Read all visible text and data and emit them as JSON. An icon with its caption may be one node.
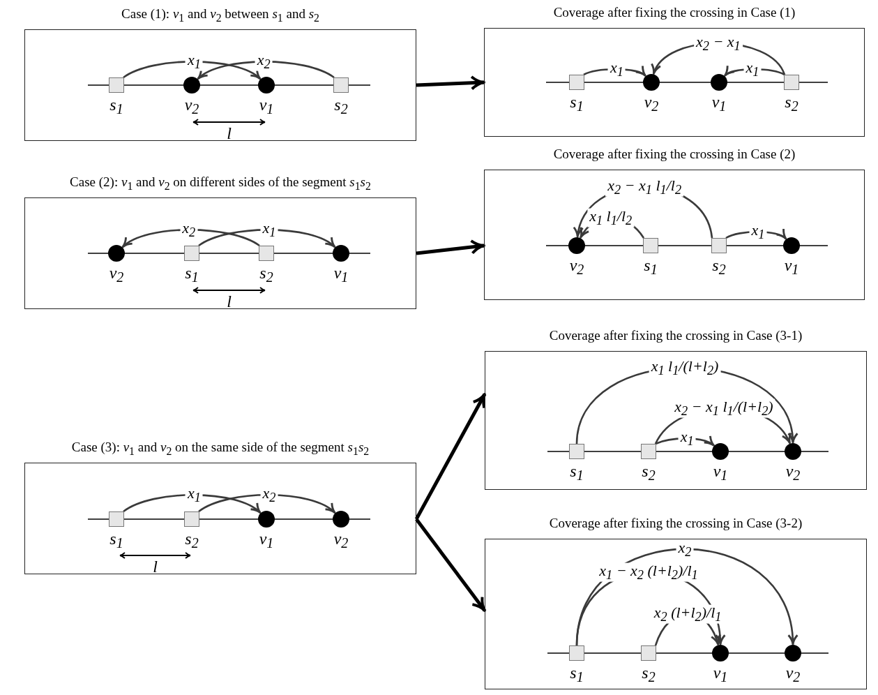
{
  "diagram": {
    "nodes": [
      {
        "text": [
          "Case (1): *v*$_{1}$ and *v*$_{2}$ between *s*$_{1}$ and *s*$_{2}$"
        ]
      },
      {
        "text": [],
        "shape": "box",
        "in": 0,
        "beside": [
          "s$_{1}$"
        ]
      },
      {
        "text": [],
        "shape": "circle",
        "in": 0,
        "beside": [
          "v$_{2}$"
        ]
      },
      {
        "text": [],
        "shape": "circle",
        "in": 0,
        "beside": [
          "v$_{1}$"
        ]
      },
      {
        "text": [],
        "shape": "box",
        "in": 0,
        "beside": [
          "s$_{2}$"
        ]
      },
      {
        "text": [
          "Coverage after fixing the crossing in Case (1)"
        ]
      },
      {
        "text": [],
        "shape": "box",
        "in": 5,
        "beside": [
          "s$_{1}$"
        ]
      },
      {
        "text": [],
        "shape": "circle",
        "in": 5,
        "beside": [
          "v$_{2}$"
        ]
      },
      {
        "text": [],
        "shape": "circle",
        "in": 5,
        "beside": [
          "v$_{1}$"
        ]
      },
      {
        "text": [],
        "shape": "box",
        "in": 5,
        "beside": [
          "s$_{2}$"
        ]
      },
      {
        "text": [
          "Case (2): *v*$_{1}$ and *v*$_{2}$ on different sides of the segment *s*$_{1}$*s*$_{2}$"
        ]
      },
      {
        "text": [],
        "shape": "circle",
        "in": 10,
        "beside": [
          "v$_{2}$"
        ]
      },
      {
        "text": [],
        "shape": "box",
        "in": 10,
        "beside": [
          "s$_{1}$"
        ]
      },
      {
        "text": [],
        "shape": "box",
        "in": 10,
        "beside": [
          "s$_{2}$"
        ]
      },
      {
        "text": [],
        "shape": "circle",
        "in": 10,
        "beside": [
          "v$_{1}$"
        ]
      },
      {
        "text": [
          "Coverage after fixing the crossing in Case (2)"
        ]
      },
      {
        "text": [],
        "shape": "circle",
        "in": 15,
        "beside": [
          "v$_{2}$"
        ]
      },
      {
        "text": [],
        "shape": "box",
        "in": 15,
        "beside": [
          "s$_{1}$"
        ]
      },
      {
        "text": [],
        "shape": "box",
        "in": 15,
        "beside": [
          "s$_{2}$"
        ]
      },
      {
        "text": [],
        "shape": "circle",
        "in": 15,
        "beside": [
          "v$_{1}$"
        ]
      },
      {
        "text": [
          "Case (3): *v*$_{1}$ and *v*$_{2}$ on the same side of the segment *s*$_{1}$*s*$_{2}$"
        ]
      },
      {
        "text": [],
        "shape": "box",
        "in": 20,
        "beside": [
          "s$_{1}$"
        ]
      },
      {
        "text": [],
        "shape": "box",
        "in": 20,
        "beside": [
          "s$_{2}$"
        ]
      },
      {
        "text": [],
        "shape": "circle",
        "in": 20,
        "beside": [
          "v$_{1}$"
        ]
      },
      {
        "text": [],
        "shape": "circle",
        "in": 20,
        "beside": [
          "v$_{2}$"
        ]
      },
      {
        "text": [
          "Coverage after fixing the crossing in Case (3-1)"
        ]
      },
      {
        "text": [],
        "shape": "box",
        "in": 25,
        "beside": [
          "s$_{1}$"
        ]
      },
      {
        "text": [],
        "shape": "box",
        "in": 25,
        "beside": [
          "s$_{2}$"
        ]
      },
      {
        "text": [],
        "shape": "circle",
        "in": 25,
        "beside": [
          "v$_{1}$"
        ]
      },
      {
        "text": [],
        "shape": "circle",
        "in": 25,
        "beside": [
          "v$_{2}$"
        ]
      },
      {
        "text": [
          "Coverage after fixing the crossing in Case (3-2)"
        ]
      },
      {
        "text": [],
        "shape": "box",
        "in": 30,
        "beside": [
          "s$_{1}$"
        ]
      },
      {
        "text": [],
        "shape": "box",
        "in": 30,
        "beside": [
          "s$_{2}$"
        ]
      },
      {
        "text": [],
        "shape": "circle",
        "in": 30,
        "beside": [
          "v$_{1}$"
        ]
      },
      {
        "text": [],
        "shape": "circle",
        "in": 30,
        "beside": [
          "v$_{2}$"
        ]
      }
    ],
    "edges": [
      {
        "from": 1,
        "to": 3,
        "arrow": "to",
        "label": "x$_{1}$"
      },
      {
        "from": 4,
        "to": 2,
        "arrow": "to",
        "label": "x$_{2}$"
      },
      {
        "from": 0,
        "to": 5,
        "arrow": "to",
        "style": "thick",
        "color": "#000000"
      },
      {
        "from": 6,
        "to": 7,
        "arrow": "to",
        "label": "x$_{1}$"
      },
      {
        "from": 9,
        "to": 7,
        "arrow": "to",
        "label": "x$_{2}$ − x$_{1}$"
      },
      {
        "from": 9,
        "to": 8,
        "arrow": "to",
        "label": "x$_{1}$"
      },
      {
        "from": 12,
        "to": 14,
        "arrow": "to",
        "label": "x$_{1}$"
      },
      {
        "from": 13,
        "to": 11,
        "arrow": "to",
        "label": "x$_{2}$"
      },
      {
        "from": 10,
        "to": 15,
        "arrow": "to",
        "style": "thick",
        "color": "#000000"
      },
      {
        "from": 18,
        "to": 16,
        "arrow": "to",
        "label": "x$_{2}$ − x$_{1}$ l$_{1}$/l$_{2}$"
      },
      {
        "from": 17,
        "to": 16,
        "arrow": "to",
        "label": "x$_{1}$ l$_{1}$/l$_{2}$"
      },
      {
        "from": 18,
        "to": 19,
        "arrow": "to",
        "label": "x$_{1}$"
      },
      {
        "from": 21,
        "to": 23,
        "arrow": "to",
        "label": "x$_{1}$"
      },
      {
        "from": 22,
        "to": 24,
        "arrow": "to",
        "label": "x$_{2}$"
      },
      {
        "from": 20,
        "to": 25,
        "arrow": "to",
        "style": "thick",
        "color": "#000000"
      },
      {
        "from": 20,
        "to": 30,
        "arrow": "to",
        "style": "thick",
        "color": "#000000"
      },
      {
        "from": 26,
        "to": 29,
        "arrow": "to",
        "label": "x$_{1}$ l$_{1}$/(l+l$_{2}$)"
      },
      {
        "from": 27,
        "to": 29,
        "arrow": "to",
        "label": "x$_{2}$ − x$_{1}$ l$_{1}$/(l+l$_{2}$)"
      },
      {
        "from": 27,
        "to": 28,
        "arrow": "to",
        "label": "x$_{1}$"
      },
      {
        "from": 31,
        "to": 34,
        "arrow": "to",
        "label": "x$_{2}$"
      },
      {
        "from": 31,
        "to": 33,
        "arrow": "to",
        "label": "x$_{1}$ − x$_{2}$ (l+l$_{2}$)/l$_{1}$"
      },
      {
        "from": 32,
        "to": 33,
        "arrow": "to",
        "label": "x$_{2}$ (l+l$_{2}$)/l$_{1}$"
      }
    ],
    "labels": [
      "l",
      "l",
      "l"
    ]
  }
}
